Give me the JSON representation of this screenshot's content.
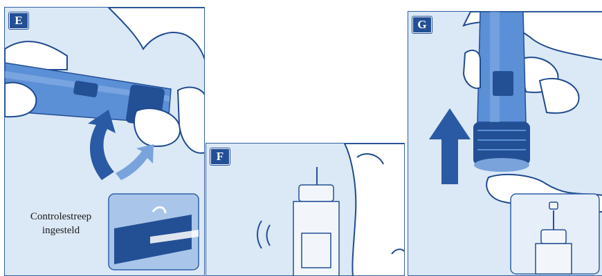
{
  "panels": {
    "e": {
      "label": "E",
      "caption_line1": "Controlestreep",
      "caption_line2": "ingesteld"
    },
    "f": {
      "label": "F"
    },
    "g": {
      "label": "G"
    }
  },
  "colors": {
    "panel_bg": "#dbe8f6",
    "panel_border": "#2f5fa6",
    "pen_body": "#5b8fd6",
    "pen_dark": "#234f95",
    "arrow": "#2a5aa3",
    "skin_outline": "#1f4a8c",
    "badge": "#234f95"
  },
  "icons": [
    "rotate-arrow-icon",
    "up-arrow-icon",
    "tap-sound-icon"
  ]
}
